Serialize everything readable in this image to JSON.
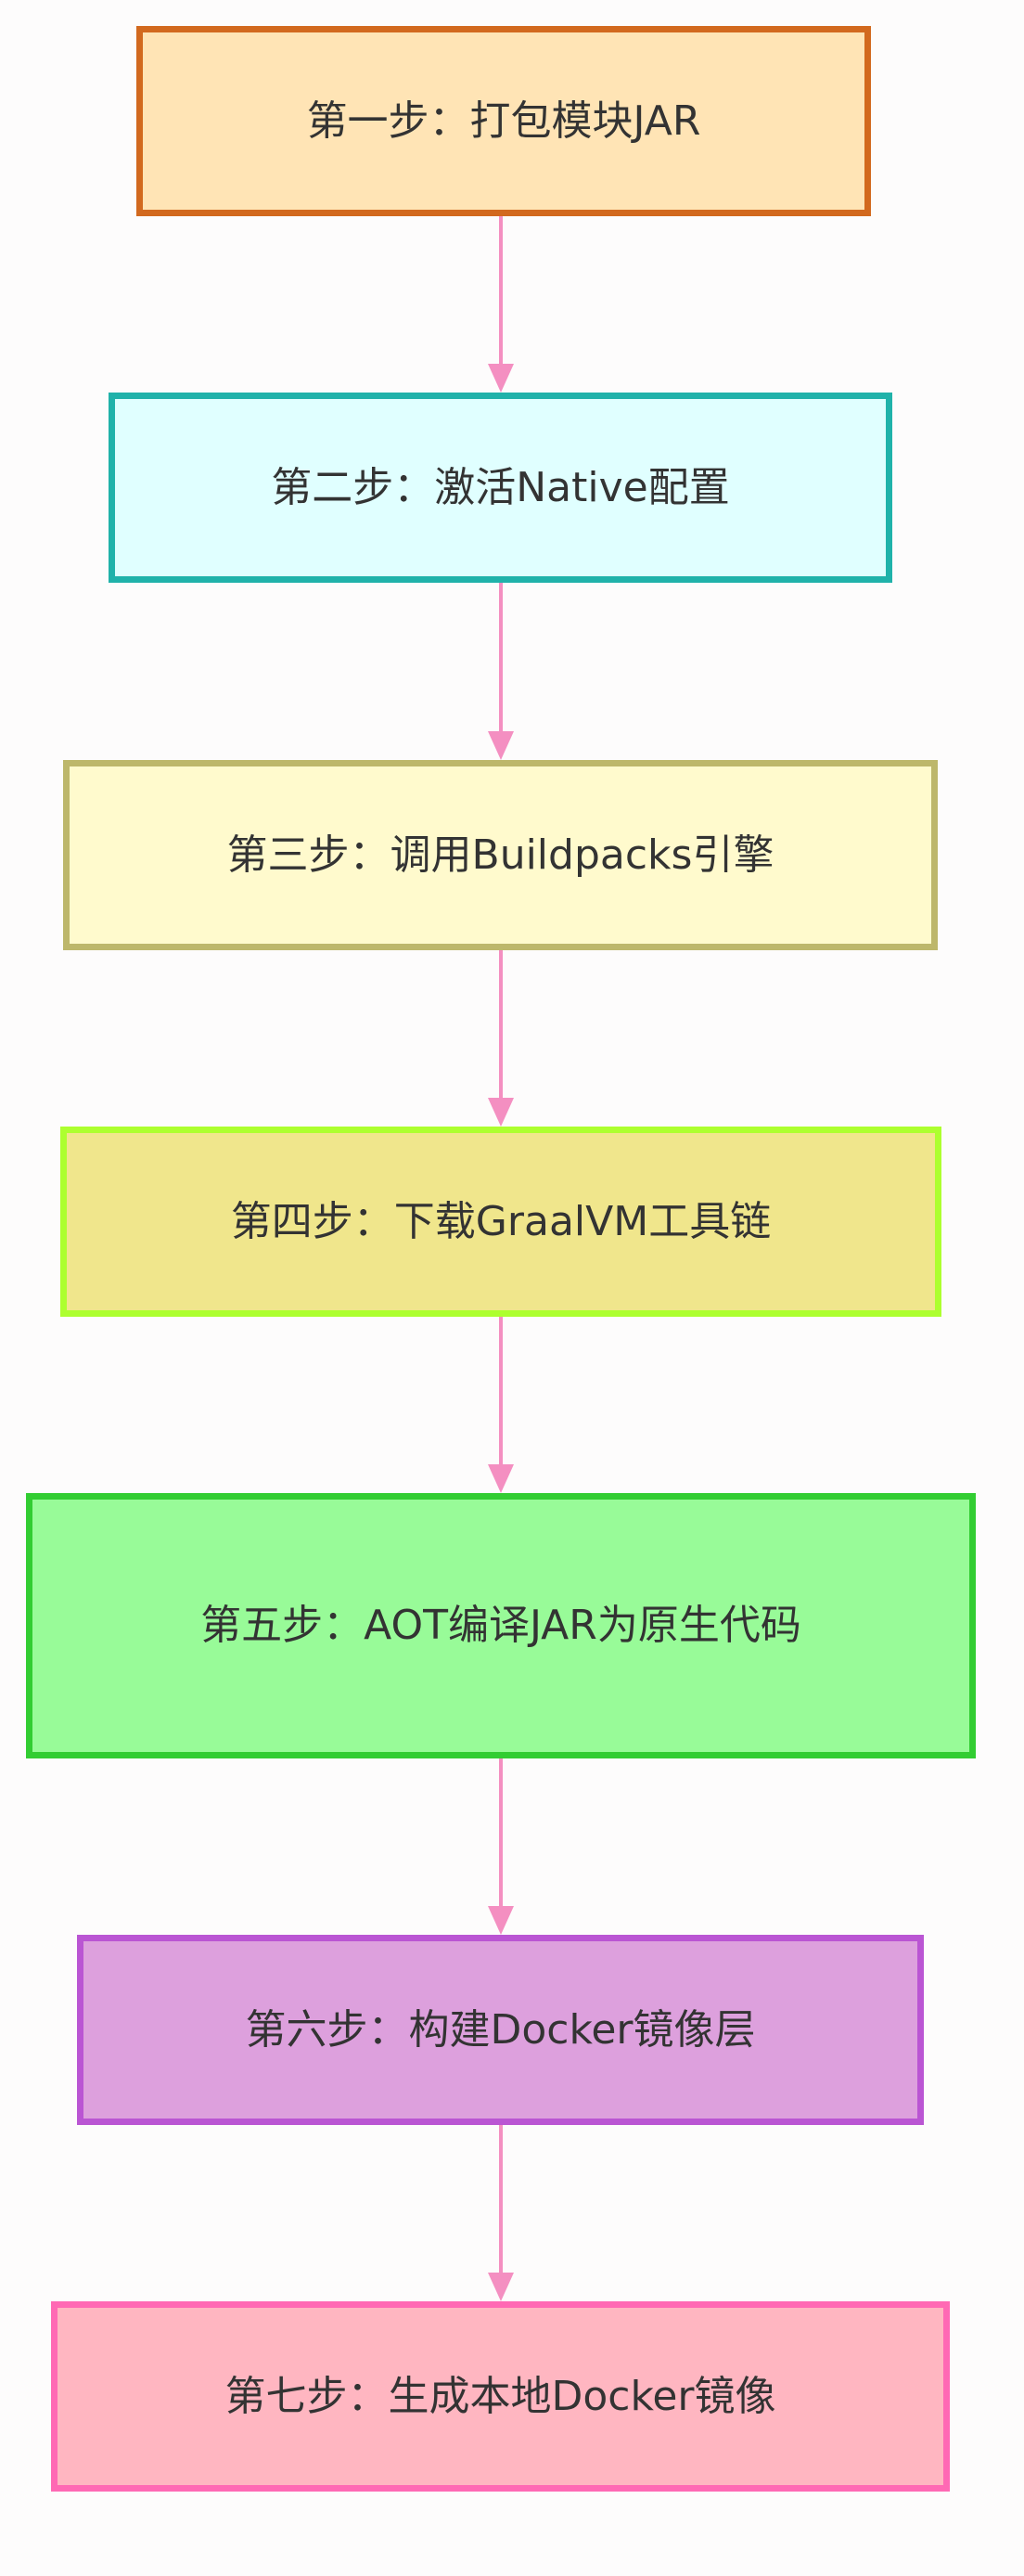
{
  "diagram": {
    "steps": [
      {
        "label": "第一步：打包模块JAR",
        "fill": "#ffe4b5",
        "border": "#d2691e"
      },
      {
        "label": "第二步：激活Native配置",
        "fill": "#e0ffff",
        "border": "#20b2aa"
      },
      {
        "label": "第三步：调用Buildpacks引擎",
        "fill": "#fffacd",
        "border": "#bdb76b"
      },
      {
        "label": "第四步：下载GraalVM工具链",
        "fill": "#f0e68c",
        "border": "#adff2f"
      },
      {
        "label": "第五步：AOT编译JAR为原生代码",
        "fill": "#98fb98",
        "border": "#32cd32"
      },
      {
        "label": "第六步：构建Docker镜像层",
        "fill": "#dda0dd",
        "border": "#ba55d3"
      },
      {
        "label": "第七步：生成本地Docker镜像",
        "fill": "#ffb6c1",
        "border": "#ff69b4"
      }
    ],
    "arrow_color": "#f48fc1"
  }
}
